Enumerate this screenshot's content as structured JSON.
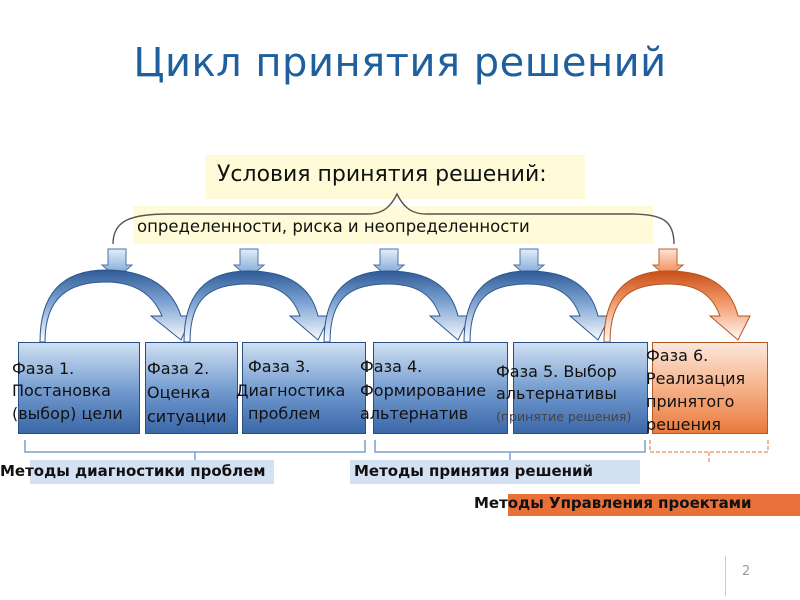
{
  "title": "Цикл принятия решений",
  "conditions": {
    "heading": "Условия принятия решений:",
    "types": "определенности, риска и неопределенности"
  },
  "phases": [
    {
      "line1": "Фаза 1.",
      "line2": "Постановка",
      "line3": "(выбор) цели"
    },
    {
      "line1": "Фаза 2.",
      "line2": "Оценка",
      "line3": "ситуации"
    },
    {
      "line1": "Фаза 3.",
      "line2": "Диагностика",
      "line3": "проблем"
    },
    {
      "line1": "Фаза 4.",
      "line2": "Формирование",
      "line3": "альтернатив"
    },
    {
      "line1": "Фаза 5. Выбор",
      "line2": "альтернативы",
      "line3": "(принятие решения)"
    },
    {
      "line1": "Фаза 6.",
      "line2": "Реализация",
      "line3": "принятого",
      "line4": "решения"
    }
  ],
  "methods": {
    "diagnostics": "Методы диагностики проблем",
    "decisions": "Методы принятия решений",
    "projects": "Методы Управления проектами"
  },
  "page_number": "2",
  "colors": {
    "title": "#1f5f9e",
    "phase_blue": "#6f98cd",
    "phase_orange": "#e97a3c",
    "band_blue": "#c9d9ee",
    "band_orange": "#e8713a",
    "highlight": "#fffbd9"
  }
}
